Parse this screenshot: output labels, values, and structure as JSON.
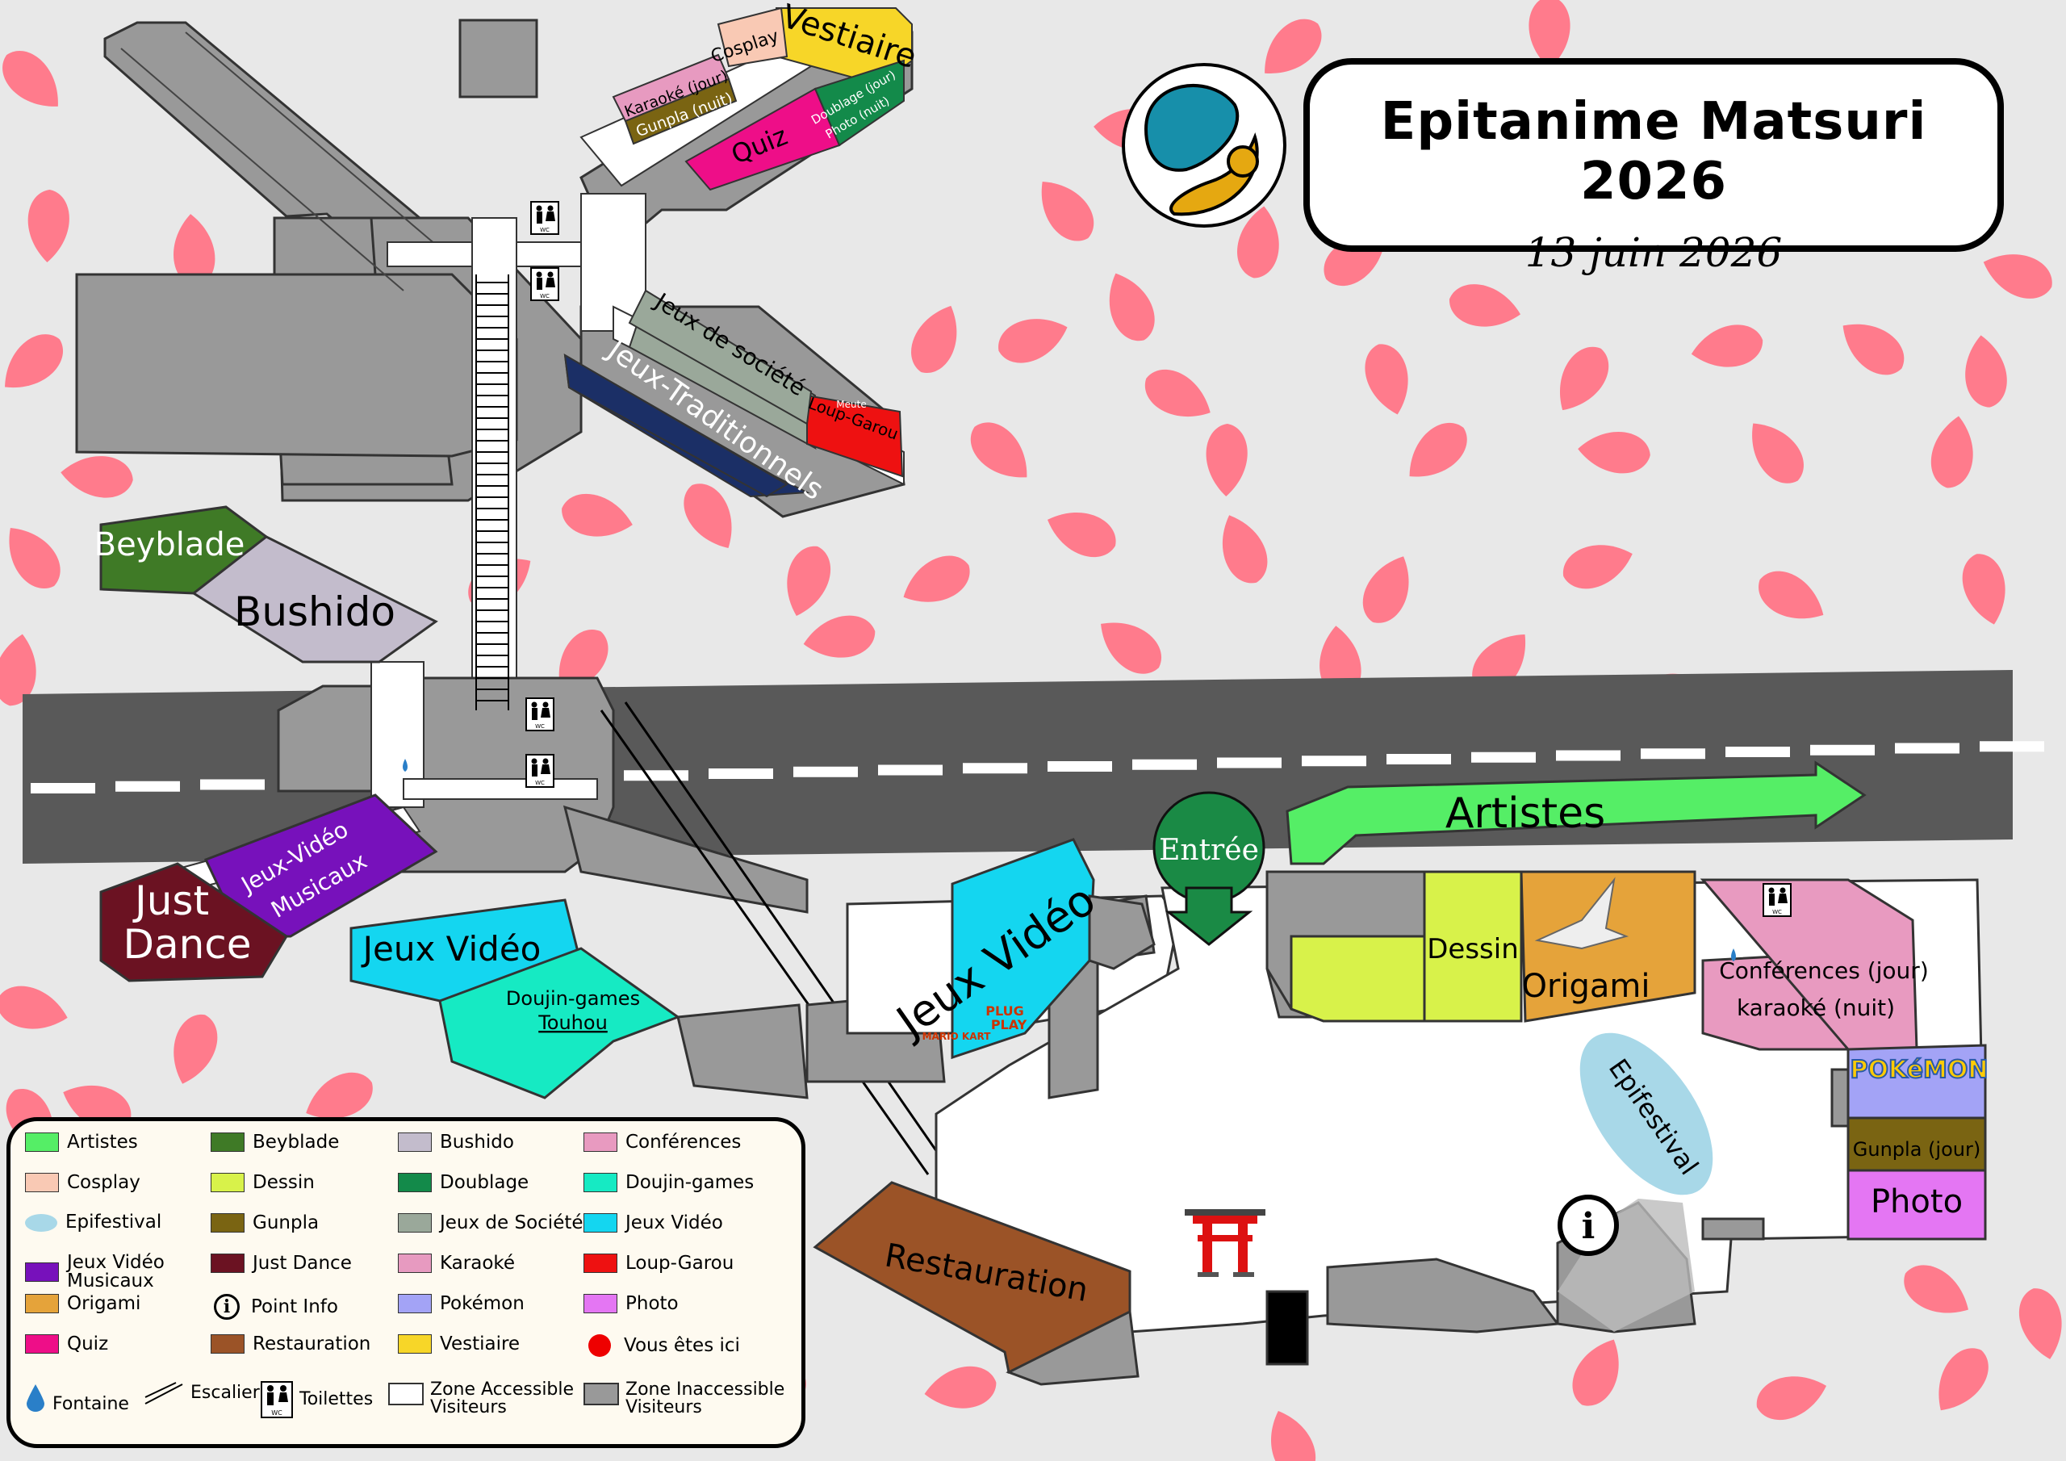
{
  "title": "Epitanime Matsuri 2026",
  "date": "13 juin 2026",
  "rooms": {
    "vestiaire": "Vestiaire",
    "cosplay": "Cosplay",
    "karaoke_jour": "Karaoké (jour)",
    "gunpla_nuit": "Gunpla (nuit)",
    "doublage": "Doublage (jour)",
    "photo_nuit": "Photo (nuit)",
    "quiz": "Quiz",
    "jeux_societe": "Jeux de société",
    "loup_garou": "Loup-Garou",
    "meute": "Meute",
    "jeux_traditionnels": "Jeux-Traditionnels",
    "beyblade": "Beyblade",
    "bushido": "Bushido",
    "jvm_1": "Jeux-Vidéo",
    "jvm_2": "Musicaux",
    "just_1": "Just",
    "just_2": "Dance",
    "jeux_video": "Jeux Vidéo",
    "doujin_1": "Doujin-games",
    "doujin_2": "Touhou",
    "jeux_video_2": "Jeux Vidéo",
    "entree": "Entrée",
    "artistes": "Artistes",
    "dessin": "Dessin",
    "origami": "Origami",
    "conferences": "Conférences (jour)",
    "karaoke_nuit": "karaoké (nuit)",
    "pokemon": "POKéMON",
    "gunpla_jour": "Gunpla (jour)",
    "photo": "Photo",
    "epifestival": "Epifestival",
    "restauration": "Restauration",
    "wc": "WC",
    "info": "i",
    "logo_1": "PLUG",
    "logo_2": "PLAY",
    "mario": "MARIO KART"
  },
  "legend": {
    "items": [
      {
        "label": "Artistes",
        "color": "#55ee66"
      },
      {
        "label": "Cosplay",
        "color": "#f9c9b4"
      },
      {
        "label": "Epifestival",
        "color": "#a8d8e8",
        "shape": "ellipse"
      },
      {
        "label": "Jeux Vidéo\nMusicaux",
        "color": "#7711bb"
      },
      {
        "label": "Origami",
        "color": "#e5a33a"
      },
      {
        "label": "Quiz",
        "color": "#ee0e88"
      },
      {
        "label": "Beyblade",
        "color": "#3f7a26"
      },
      {
        "label": "Dessin",
        "color": "#d8f24a"
      },
      {
        "label": "Gunpla",
        "color": "#7a6412"
      },
      {
        "label": "Just Dance",
        "color": "#6b1222"
      },
      {
        "label": "Point Info",
        "icon": "info"
      },
      {
        "label": "Restauration",
        "color": "#9b5327"
      },
      {
        "label": "Bushido",
        "color": "#c3bccc"
      },
      {
        "label": "Doublage",
        "color": "#138a4a"
      },
      {
        "label": "Jeux de Société",
        "color": "#9aa89a"
      },
      {
        "label": "Karaoké",
        "color": "#e79ac0"
      },
      {
        "label": "Pokémon",
        "color": "#a3a3f6"
      },
      {
        "label": "Vestiaire",
        "color": "#f7d628"
      },
      {
        "label": "Conférences",
        "color": "#e89ac0"
      },
      {
        "label": "Doujin-games",
        "color": "#16eac3"
      },
      {
        "label": "Jeux Vidéo",
        "color": "#14d6f0"
      },
      {
        "label": "Loup-Garou",
        "color": "#ee1111"
      },
      {
        "label": "Photo",
        "color": "#e476f3"
      },
      {
        "label": "Vous êtes ici",
        "color": "#ee0000",
        "shape": "dot"
      }
    ],
    "fontaine": "Fontaine",
    "escalier": "Escalier",
    "toilettes": "Toilettes",
    "zone_acc_1": "Zone Accessible",
    "zone_acc_2": "Visiteurs",
    "zone_inacc_1": "Zone Inaccessible",
    "zone_inacc_2": "Visiteurs"
  },
  "colors": {
    "background": "#e8e8e8",
    "petal": "#ff7b8c",
    "inaccessible": "#999999",
    "road": "#595959",
    "corridor": "#ffffff"
  },
  "icons": [
    "logo-icon",
    "torii-icon",
    "info-icon",
    "wc-icon",
    "fountain-icon",
    "stairs-icon",
    "crane-icon"
  ]
}
